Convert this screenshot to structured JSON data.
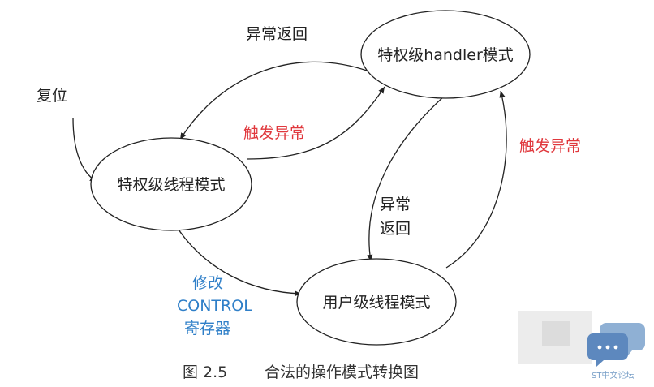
{
  "nodes": {
    "handler_mode": "特权级handler模式",
    "privileged_thread_mode": "特权级线程模式",
    "user_thread_mode": "用户级线程模式"
  },
  "edges": {
    "exception_return_top": "异常返回",
    "reset": "复位",
    "trigger_exception_middle": "触发异常",
    "trigger_exception_right": "触发异常",
    "exception_return_vertical_1": "异常",
    "exception_return_vertical_2": "返回",
    "modify_control_1": "修改",
    "modify_control_2": "CONTROL",
    "modify_control_3": "寄存器"
  },
  "caption": {
    "figure_number": "图 2.5",
    "figure_title": "合法的操作模式转换图"
  },
  "watermark": {
    "text": "ST中文论坛"
  },
  "colors": {
    "line": "#222222",
    "exception_trigger": "#e0383d",
    "modify_control": "#2f7fc8",
    "watermark": "#7aa0c8"
  }
}
